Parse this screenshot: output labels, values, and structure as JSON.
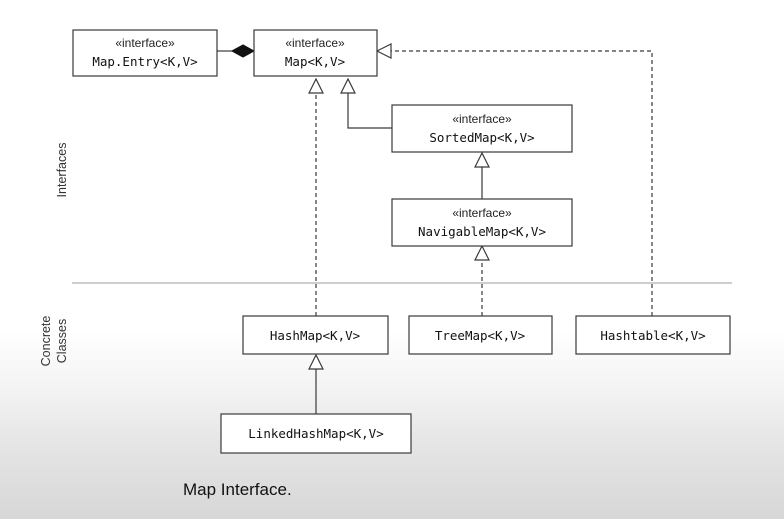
{
  "sections": {
    "interfaces": "Interfaces",
    "concrete_line1": "Concrete",
    "concrete_line2": "Classes"
  },
  "nodes": {
    "map_entry": {
      "stereotype": "«interface»",
      "name": "Map.Entry<K,V>"
    },
    "map": {
      "stereotype": "«interface»",
      "name": "Map<K,V>"
    },
    "sorted_map": {
      "stereotype": "«interface»",
      "name": "SortedMap<K,V>"
    },
    "navigable_map": {
      "stereotype": "«interface»",
      "name": "NavigableMap<K,V>"
    },
    "hash_map": {
      "name": "HashMap<K,V>"
    },
    "tree_map": {
      "name": "TreeMap<K,V>"
    },
    "hashtable": {
      "name": "Hashtable<K,V>"
    },
    "linked_hash_map": {
      "name": "LinkedHashMap<K,V>"
    }
  },
  "caption": "Map Interface."
}
